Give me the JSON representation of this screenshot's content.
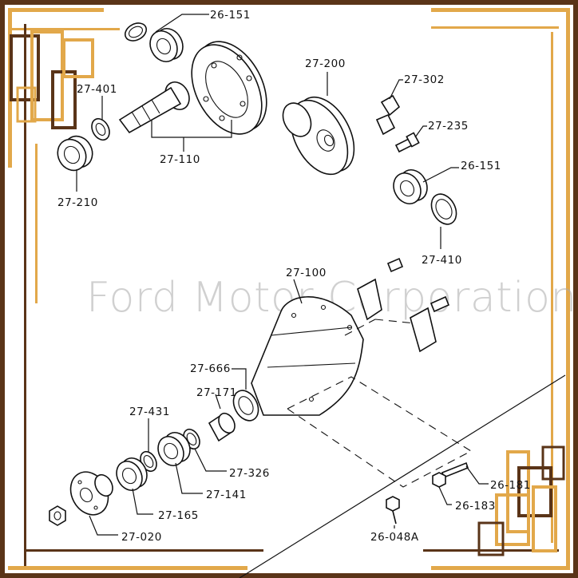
{
  "watermark": "Ford Motor Corporation",
  "labels": {
    "c26_151_top": "26-151",
    "c27_401": "27-401",
    "c27_110": "27-110",
    "c27_210": "27-210",
    "c27_200": "27-200",
    "c27_302": "27-302",
    "c27_235": "27-235",
    "c26_151_mid": "26-151",
    "c27_410": "27-410",
    "c27_100": "27-100",
    "c27_666": "27-666",
    "c27_171": "27-171",
    "c27_431": "27-431",
    "c27_326": "27-326",
    "c27_141": "27-141",
    "c27_165": "27-165",
    "c27_020": "27-020",
    "c26_181": "26-181",
    "c26_183": "26-183",
    "c26_048a": "26-048A"
  },
  "colors": {
    "frame_brown": "#5a3418",
    "frame_gold": "#e2a84a",
    "line": "#111111",
    "watermark": "#a9a9a9"
  }
}
